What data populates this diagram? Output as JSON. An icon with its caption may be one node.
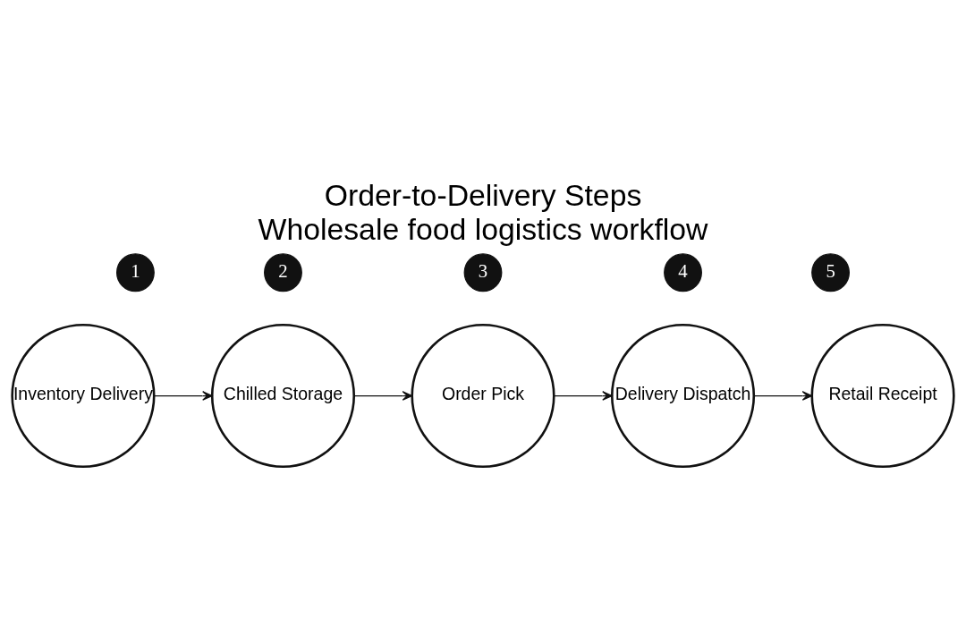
{
  "diagram": {
    "title": "Order-to-Delivery Steps",
    "caption": "Wholesale food logistics workflow",
    "nodes": [
      {
        "text": [
          "1"
        ]
      },
      {
        "text": [
          "2"
        ]
      },
      {
        "text": [
          "3"
        ]
      },
      {
        "text": [
          "4"
        ]
      },
      {
        "text": [
          "5"
        ]
      },
      {
        "text": [
          "Inventory Delivery"
        ]
      },
      {
        "text": [
          "Chilled Storage"
        ]
      },
      {
        "text": [
          "Order Pick"
        ]
      },
      {
        "text": [
          "Delivery Dispatch"
        ]
      },
      {
        "text": [
          "Retail Receipt"
        ]
      }
    ],
    "edges": [
      {
        "from": 5,
        "to": 6,
        "arrow": "to"
      },
      {
        "from": 6,
        "to": 7,
        "arrow": "to"
      },
      {
        "from": 7,
        "to": 8,
        "arrow": "to"
      },
      {
        "from": 8,
        "to": 9,
        "arrow": "to"
      }
    ]
  }
}
